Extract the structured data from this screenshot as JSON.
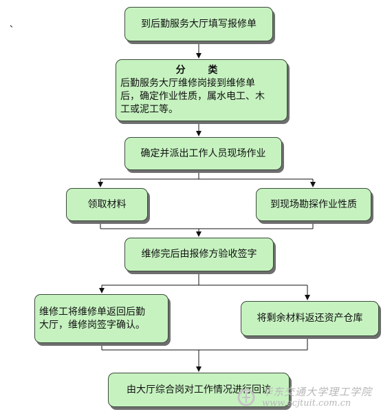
{
  "stray_mark": "、",
  "steps": {
    "fill_form": "到后勤服务大厅填写报修单",
    "classify_title": "分 类",
    "classify_lines": [
      "后勤服务大厅维修岗接到维修单",
      "后，确定作业性质，属水电工、木",
      "工或泥工等。"
    ],
    "dispatch": "确定并派出工作人员现场作业",
    "get_materials": "领取材料",
    "survey": "到现场勘探作业性质",
    "acceptance": "维修完后由报修方验收签字",
    "return_form": [
      "维修工将维修单返回后勤",
      "大厅，维修岗签字确认。"
    ],
    "return_materials": "将剩余材料返还资产仓库",
    "followup": "由大厅综合岗对工作情况进行回访"
  },
  "watermark": {
    "text": "华东交通大学理工学院",
    "url": "www.ecjtuit.com.cn"
  },
  "colors": {
    "box_fill": "#c6f2c0",
    "box_border": "#3b4a3a",
    "line": "#111111"
  }
}
